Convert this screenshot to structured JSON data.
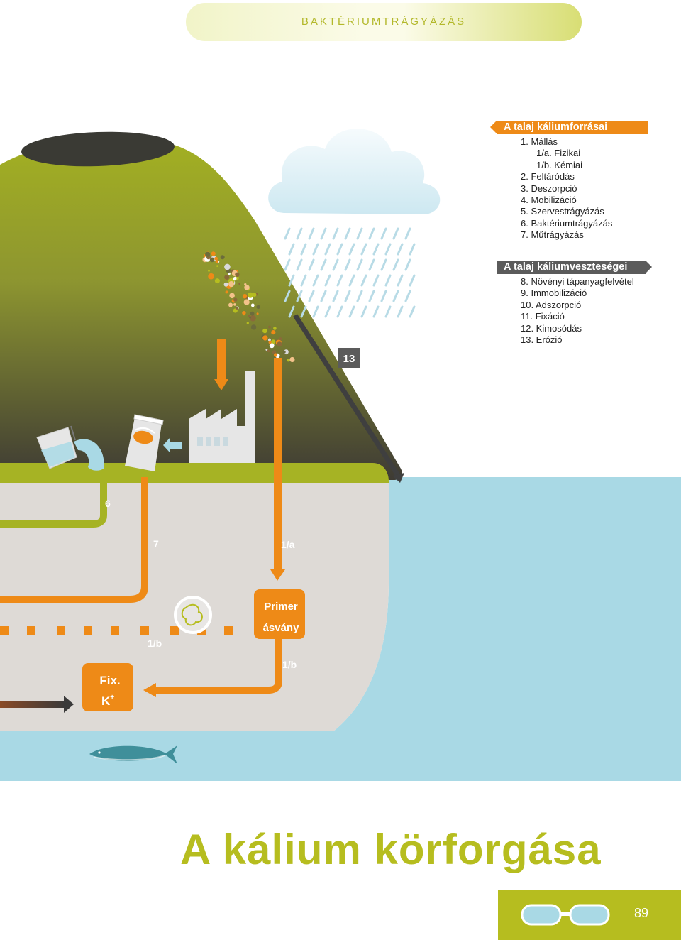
{
  "header": {
    "title": "BAKTÉRIUMTRÁGYÁZÁS"
  },
  "sources": {
    "heading": "A talaj káliumforrásai",
    "items": [
      {
        "label": "1. Mállás",
        "sub": false
      },
      {
        "label": "1/a. Fizikai",
        "sub": true
      },
      {
        "label": "1/b. Kémiai",
        "sub": true
      },
      {
        "label": "2. Feltáródás",
        "sub": false
      },
      {
        "label": "3. Deszorpció",
        "sub": false
      },
      {
        "label": "4. Mobilizáció",
        "sub": false
      },
      {
        "label": "5. Szervestrágyázás",
        "sub": false
      },
      {
        "label": "6. Baktériumtrágyázás",
        "sub": false
      },
      {
        "label": "7. Műtrágyázás",
        "sub": false
      }
    ]
  },
  "losses": {
    "heading": "A talaj káliumveszteségei",
    "items": [
      {
        "label": "8. Növényi tápanyagfelvétel"
      },
      {
        "label": "9. Immobilizáció"
      },
      {
        "label": "10. Adszorpció"
      },
      {
        "label": "11. Fixáció"
      },
      {
        "label": "12. Kimosódás"
      },
      {
        "label": "13. Erózió"
      }
    ]
  },
  "diagram": {
    "badge_13": "13",
    "label_6": "6",
    "label_7": "7",
    "label_1a": "1/a",
    "label_1b_left": "1/b",
    "label_1b_right": "1/b",
    "primer_line1": "Primer",
    "primer_line2": "ásvány",
    "fix_line1": "Fix.",
    "fix_line2": "K",
    "fix_sup": "+"
  },
  "title": "A kálium körforgása",
  "page_number": "89",
  "colors": {
    "orange": "#ee8a17",
    "green": "#b6bd1f",
    "soil": "#dedad6",
    "water": "#a9d9e5",
    "dark_gray": "#5b5b5b"
  }
}
